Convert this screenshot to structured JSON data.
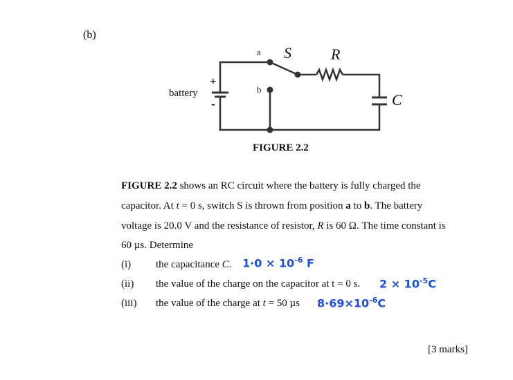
{
  "part_label": "(b)",
  "figure": {
    "caption": "FIGURE 2.2",
    "labels": {
      "a": "a",
      "b": "b",
      "switch": "S",
      "resistor": "R",
      "capacitor": "C",
      "battery": "battery",
      "plus": "+",
      "minus": "-"
    }
  },
  "paragraph": {
    "fig_ref": "FIGURE 2.2",
    "line1": " shows an RC circuit where the battery is fully charged the",
    "line2a": "capacitor. At ",
    "line2b": "t",
    "line2c": " = 0 s, switch S is thrown from position ",
    "line2d": "a",
    "line2e": " to ",
    "line2f": "b",
    "line2g": ". The battery",
    "line3a": "voltage is 20.0 V and the resistance of resistor, ",
    "line3b": "R",
    "line3c": " is 60 Ω. The time constant is",
    "line4": "60 µs. Determine"
  },
  "questions": [
    {
      "num": "(i)",
      "text": "the capacitance ",
      "var": "C",
      "end": ".",
      "answer_base": "1·0 × 10",
      "answer_exp": "-6",
      "answer_unit": " F"
    },
    {
      "num": "(ii)",
      "text": "the value of the charge on the capacitor at t = 0 s.",
      "answer_base": "2 × 10",
      "answer_exp": "-5",
      "answer_unit": "C"
    },
    {
      "num": "(iii)",
      "text": "the value of the charge at ",
      "var": "t",
      "end": " = 50 µs",
      "answer_base": "8·69×10",
      "answer_exp": "-6",
      "answer_unit": "C"
    }
  ],
  "marks": "[3 marks]"
}
